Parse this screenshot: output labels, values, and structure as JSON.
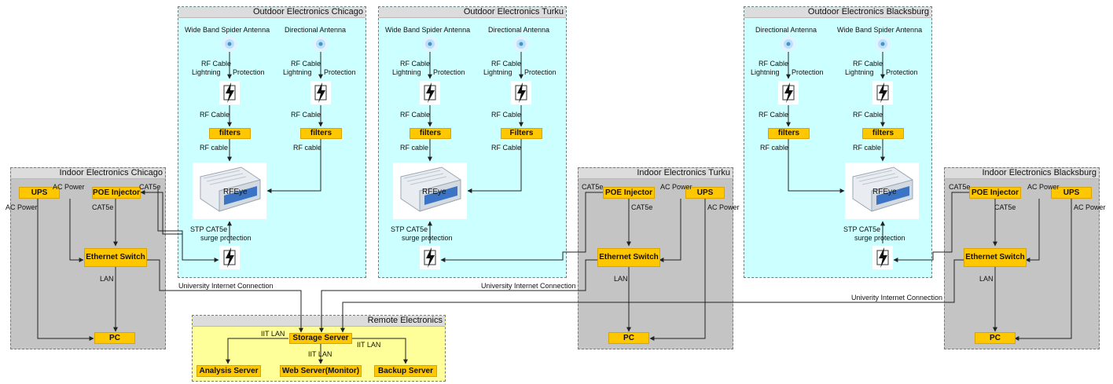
{
  "outdoor": {
    "chicago": {
      "title": "Outdoor Electronics Chicago",
      "antenna_a": "Wide Band Spider Antenna",
      "antenna_b": "Directional Antenna",
      "rf_cable_a1": "RF Cable",
      "lightning_a": "Lightning",
      "protection_a": "Protection",
      "rf_cable_b1": "RF Cable",
      "lightning_b": "Lightning",
      "protection_b": "Protection",
      "rf_cable_a2": "RF Cable",
      "rf_cable_b2": "RF Cable",
      "filter_a": "filters",
      "filter_b": "filters",
      "rf_cable_a3": "RF cable",
      "rf_cable_b3": "RF cable",
      "device": "RFEye",
      "stp": "STP CAT5e",
      "surge": "surge protection"
    },
    "turku": {
      "title": "Outdoor Electronics Turku",
      "antenna_a": "Wide Band Spider Antenna",
      "antenna_b": "Directional Antenna",
      "rf_cable_a1": "RF Cable",
      "lightning_a": "Lightning",
      "protection_a": "Protection",
      "rf_cable_b1": "RF Cable",
      "lightning_b": "Lightning",
      "protection_b": "Protection",
      "rf_cable_a2": "RF Cable",
      "rf_cable_b2": "RF Cable",
      "filter_a": "filters",
      "filter_b": "Filters",
      "rf_cable_a3": "RF cable",
      "rf_cable_b3": "RF Cable",
      "device": "RFEye",
      "stp": "STP CAT5e",
      "surge": "surge protection"
    },
    "blacksburg": {
      "title": "Outdoor Electronics Blacksburg",
      "antenna_a": "Directional Antenna",
      "antenna_b": "Wide Band Spider Antenna",
      "rf_cable_a1": "RF Cable",
      "lightning_a": "Lightning",
      "protection_a": "Protection",
      "rf_cable_b1": "RF Cable",
      "lightning_b": "Lightning",
      "protection_b": "Protection",
      "rf_cable_a2": "RF Cable",
      "rf_cable_b2": "RF Cable",
      "filter_a": "filters",
      "filter_b": "filters",
      "rf_cable_a3": "RF cable",
      "rf_cable_b3": "RF cable",
      "device": "RFEye",
      "stp": "STP CAT5e",
      "surge": "surge protection"
    }
  },
  "indoor": {
    "chicago": {
      "title": "Indoor Electronics Chicago",
      "ups": "UPS",
      "poe": "POE Injector",
      "switch": "Ethernet Switch",
      "pc": "PC",
      "ac_power_1": "AC Power",
      "ac_power_2": "AC Power",
      "cat5e_out": "CAT5e",
      "cat5e_in": "CAT5e",
      "lan": "LAN"
    },
    "turku": {
      "title": "Indoor Electronics Turku",
      "ups": "UPS",
      "poe": "POE Injector",
      "switch": "Ethernet Switch",
      "pc": "PC",
      "ac_power_1": "AC Power",
      "ac_power_2": "AC Power",
      "cat5e_out": "CAT5e",
      "cat5e_in": "CAT5e",
      "lan": "LAN"
    },
    "blacksburg": {
      "title": "Indoor Electronics Blacksburg",
      "ups": "UPS",
      "poe": "POE Injector",
      "switch": "Ethernet Switch",
      "pc": "PC",
      "ac_power_1": "AC Power",
      "ac_power_2": "AC Power",
      "cat5e_out": "CAT5e",
      "cat5e_in": "CAT5e",
      "lan": "LAN"
    }
  },
  "remote": {
    "title": "Remote Electronics",
    "storage": "Storage Server",
    "analysis": "Analysis Server",
    "web": "Web Server(Monitor)",
    "backup": "Backup Server",
    "iit_lan_1": "IIT LAN",
    "iit_lan_2": "IIT LAN",
    "iit_lan_3": "IIT LAN"
  },
  "connections": {
    "chicago": "University Internet Connection",
    "turku": "University Internet Connection",
    "blacksburg": "Univerity Internet Connection"
  },
  "colors": {
    "outdoor": "#ccffff",
    "indoor": "#c4c4c4",
    "remote": "#ffff99",
    "node": "#ffc700"
  }
}
